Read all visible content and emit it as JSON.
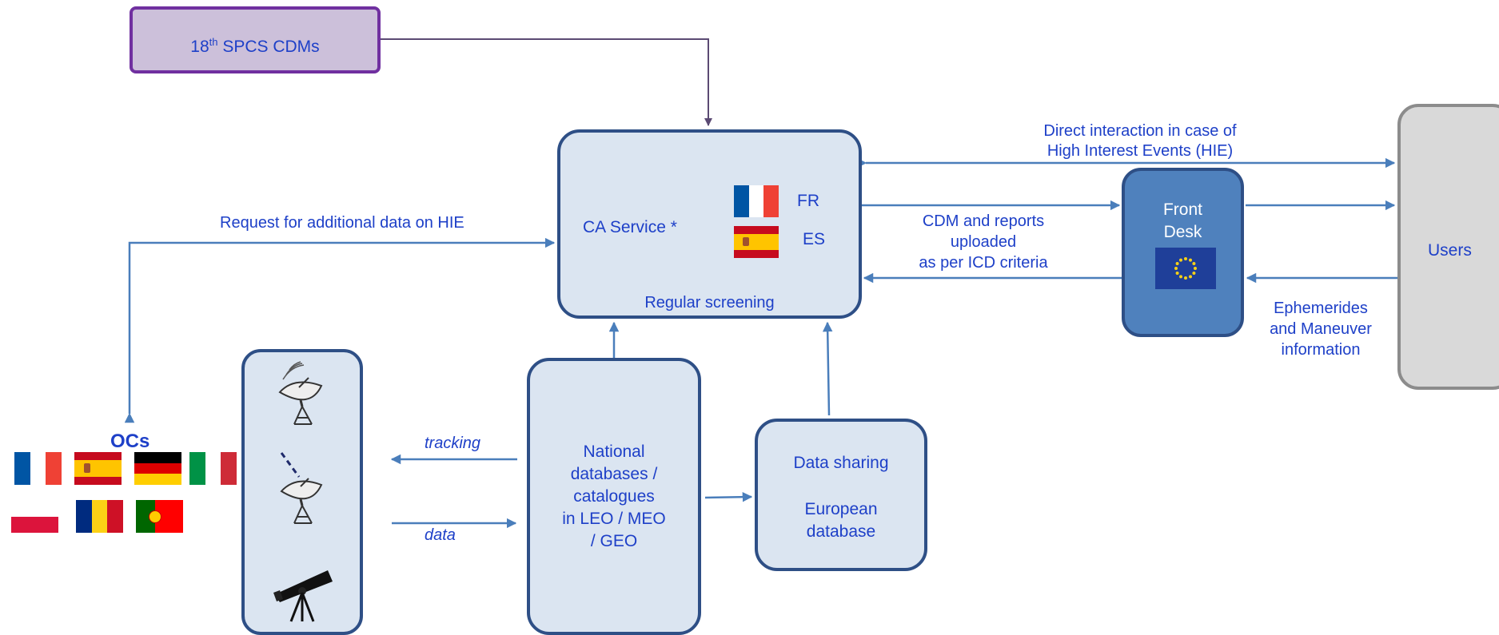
{
  "spcs": {
    "prefix": "18",
    "sup": "th",
    "suffix": " SPCS CDMs"
  },
  "ca_service": {
    "title": "CA Service *",
    "fr": "FR",
    "es": "ES",
    "footer": "Regular screening"
  },
  "users": {
    "label": "Users"
  },
  "front_desk": {
    "line1": "Front",
    "line2": "Desk"
  },
  "national_db": {
    "lines": [
      "National",
      "databases /",
      "catalogues",
      "in LEO / MEO",
      "/ GEO"
    ]
  },
  "data_sharing": {
    "line1": "Data sharing",
    "line2": "European",
    "line3": "database"
  },
  "ocs": {
    "label": "OCs"
  },
  "edges": {
    "direct": [
      "Direct interaction in case of",
      "High Interest Events (HIE)"
    ],
    "cdm": [
      "CDM and reports",
      "uploaded",
      "as per ICD criteria"
    ],
    "request": "Request for additional data on HIE",
    "ephemerides": [
      "Ephemerides",
      "and Maneuver",
      "information"
    ],
    "tracking": "tracking",
    "data": "data"
  },
  "colors": {
    "line": "#4a7ebb",
    "box_border": "#2e4f86",
    "box_fill": "#dbe5f1",
    "front_desk_fill": "#4f81bd",
    "spcs_border": "#7030a0",
    "spcs_fill": "#ccc0da",
    "users_border": "#8c8c8c",
    "users_fill": "#d9d9d9",
    "text": "#1e40c8",
    "eu_blue": "#1f3f99",
    "eu_star": "#f7d117"
  },
  "icons": [
    "satellite-dish-icon",
    "satellite-dish-icon",
    "telescope-icon",
    "eu-flag-icon",
    "flag-france-icon",
    "flag-spain-icon",
    "flag-germany-icon",
    "flag-italy-icon",
    "flag-poland-icon",
    "flag-romania-icon",
    "flag-portugal-icon"
  ]
}
